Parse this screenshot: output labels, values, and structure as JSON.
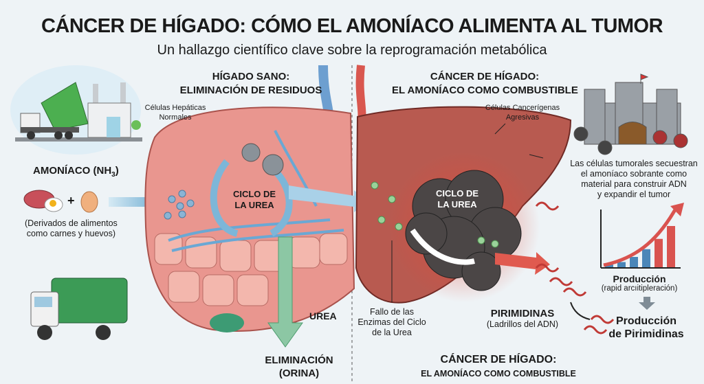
{
  "title": "CÁNCER DE HÍGADO: CÓMO EL AMONÍACO ALIMENTA AL TUMOR",
  "subtitle": "Un hallazgo científico clave sobre la reprogramación metabólica",
  "left": {
    "ammonia_label": "AMONÍACO (NH",
    "ammonia_sub": "3",
    "ammonia_close": ")",
    "plus": "+",
    "food_note_1": "(Derivados de alimentos",
    "food_note_2": "como carnes y huevos)"
  },
  "healthy": {
    "header_1": "HÍGADO SANO:",
    "header_2": "ELIMINACIÓN DE RESIDUOS",
    "cells_1": "Células Hepáticas",
    "cells_2": "Normales",
    "cycle_1": "CICLO DE",
    "cycle_2": "LA UREA",
    "urea": "UREA",
    "elim_1": "ELIMINACIÓN",
    "elim_2": "(ORINA)"
  },
  "cancer": {
    "header_1": "CÁNCER DE HÍGADO:",
    "header_2": "EL AMONÍACO COMO COMBUSTIBLE",
    "cells_1": "Células Cancerígenas",
    "cells_2": "Agresivas",
    "cycle_1": "CICLO DE",
    "cycle_2": "LA UREA",
    "fail_1": "Fallo de las",
    "fail_2": "Enzimas del Ciclo",
    "fail_3": "de la Urea",
    "pyr_1": "PIRIMIDINAS",
    "pyr_2": "(Ladrillos del ADN)",
    "footer_1": "CÁNCER DE HÍGADO:",
    "footer_2": "EL AMONÍACO COMO COMBUSTIBLE"
  },
  "right": {
    "note_1": "Las células tumorales secuestran",
    "note_2": "el amoníaco sobrante como",
    "note_3": "material para construir ADN",
    "note_4": "y expandir el tumor",
    "prod_1": "Producción",
    "prod_2": "(rapid arcıitipleración)",
    "final_1": "Producción",
    "final_2": "de Pirimidinas"
  },
  "chart_data": {
    "type": "bar",
    "values": [
      1,
      2,
      4,
      7,
      11,
      16
    ],
    "colors": [
      "#4a86b8",
      "#4a86b8",
      "#4a86b8",
      "#4a86b8",
      "#d9534f",
      "#d9534f"
    ]
  },
  "colors": {
    "healthy_liver": "#e9968f",
    "cancer_liver": "#b85a50",
    "tumor": "#4b4646",
    "arrow_blue": "#7db6d8",
    "arrow_green": "#8cc7a4",
    "arrow_red": "#e05a4f"
  }
}
